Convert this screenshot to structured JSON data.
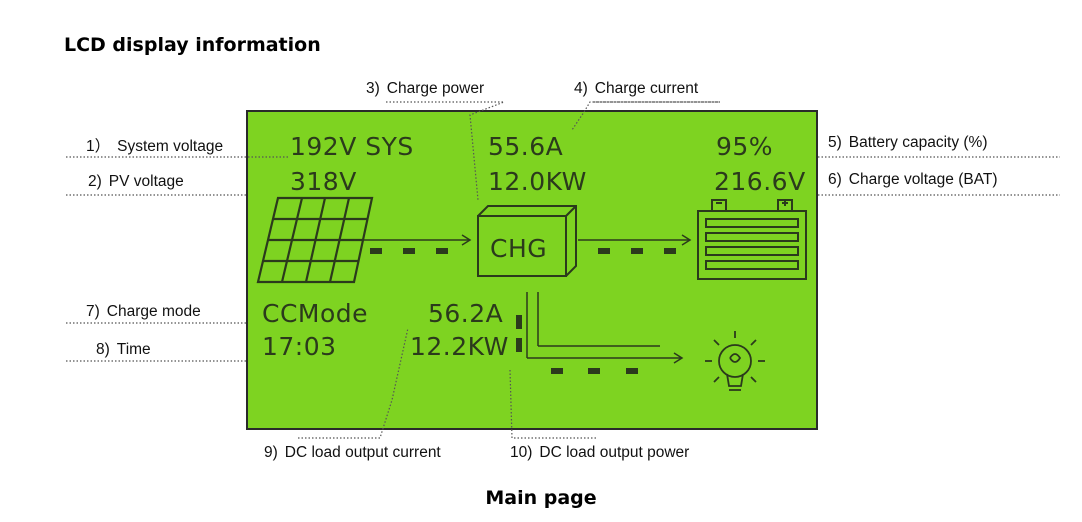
{
  "title": "LCD display information",
  "caption": "Main page",
  "colors": {
    "lcd_background": "#7ed321",
    "lcd_segment": "#2b3a1c",
    "label_text": "#111111"
  },
  "lcd": {
    "system_voltage": "192V SYS",
    "pv_voltage": "318V",
    "charge_current": "55.6A",
    "charge_power": "12.0KW",
    "battery_capacity": "95%",
    "charge_voltage": "216.6V",
    "chg_label": "CHG",
    "charge_mode": "CCMode",
    "time": "17:03",
    "load_current": "56.2A",
    "load_power": "12.2KW"
  },
  "icons": [
    "solar-panel-icon",
    "battery-icon",
    "light-bulb-icon",
    "flow-arrow-icon"
  ],
  "callouts": [
    {
      "num": "1）",
      "text": "System voltage"
    },
    {
      "num": "2)",
      "text": "PV voltage"
    },
    {
      "num": "3)",
      "text": "Charge power"
    },
    {
      "num": "4)",
      "text": "Charge current"
    },
    {
      "num": "5)",
      "text": "Battery capacity (%)"
    },
    {
      "num": "6)",
      "text": "Charge voltage (BAT)"
    },
    {
      "num": "7)",
      "text": "Charge mode"
    },
    {
      "num": "8)",
      "text": "Time"
    },
    {
      "num": "9)",
      "text": "DC load output current"
    },
    {
      "num": "10)",
      "text": "DC load output power"
    }
  ]
}
